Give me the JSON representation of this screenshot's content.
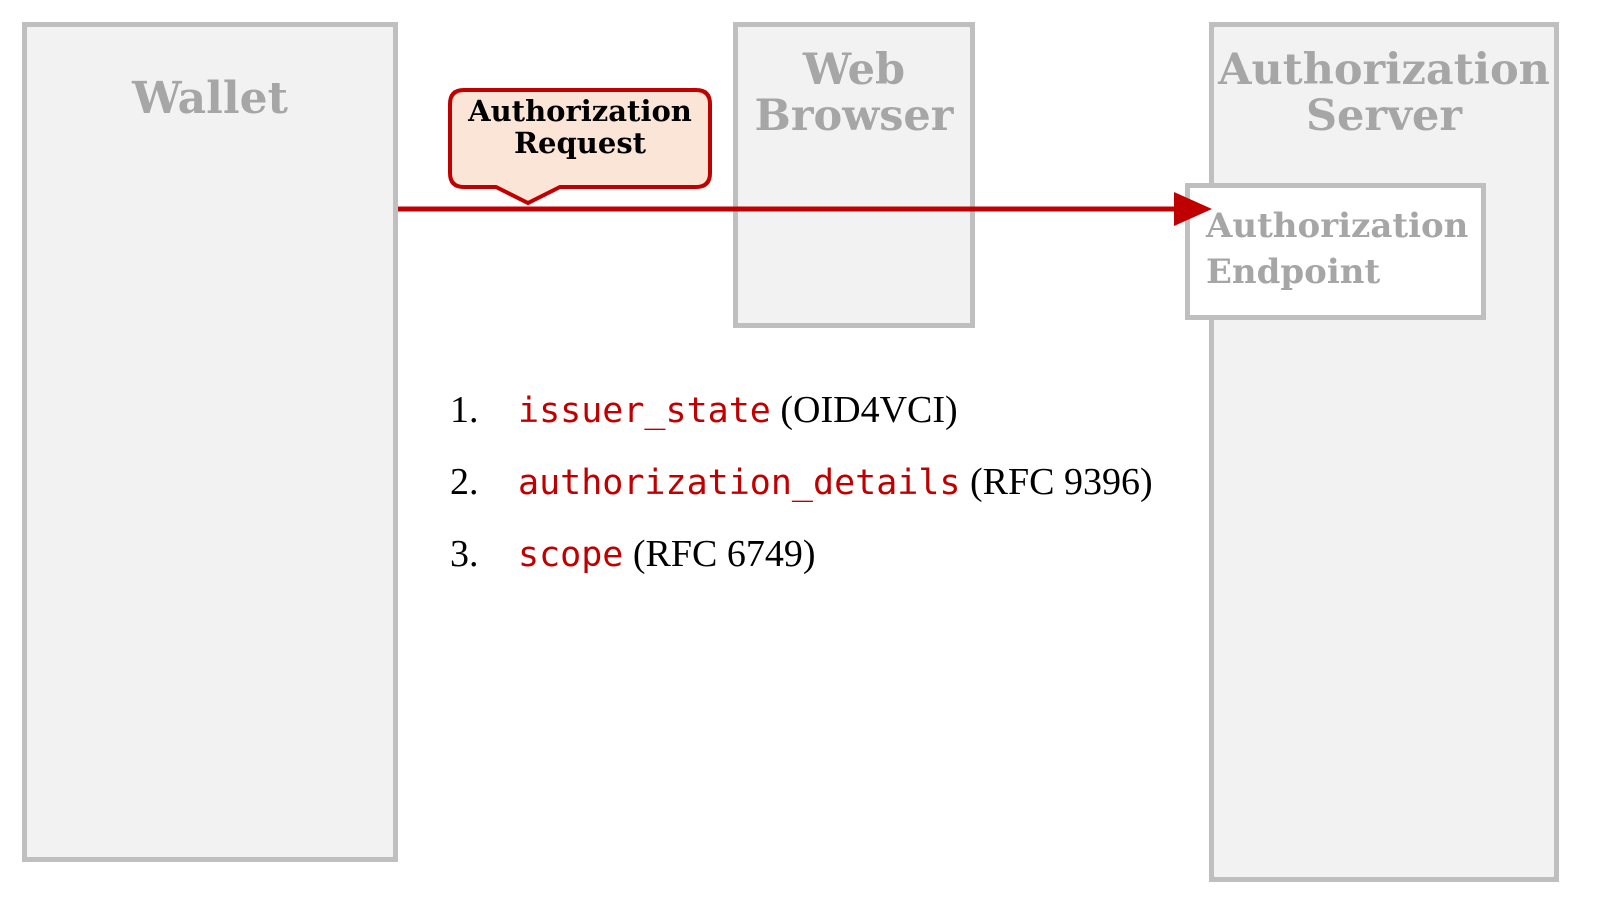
{
  "colors": {
    "lane_fill": "#f2f2f2",
    "lane_border": "#bfbfbf",
    "lane_text": "#a6a6a6",
    "accent_red": "#c00000",
    "callout_fill": "#fbe5d6"
  },
  "lanes": {
    "wallet": {
      "title": "Wallet"
    },
    "browser": {
      "title_line1": "Web",
      "title_line2": "Browser"
    },
    "auth_server": {
      "title_line1": "Authorization",
      "title_line2": "Server"
    }
  },
  "endpoint": {
    "line1": "Authorization",
    "line2": "Endpoint"
  },
  "message": {
    "line1": "Authorization",
    "line2": "Request"
  },
  "parameters": [
    {
      "number": "1.",
      "name": "issuer_state",
      "source": "(OID4VCI)"
    },
    {
      "number": "2.",
      "name": "authorization_details",
      "source": "(RFC 9396)"
    },
    {
      "number": "3.",
      "name": "scope",
      "source": "(RFC 6749)"
    }
  ]
}
